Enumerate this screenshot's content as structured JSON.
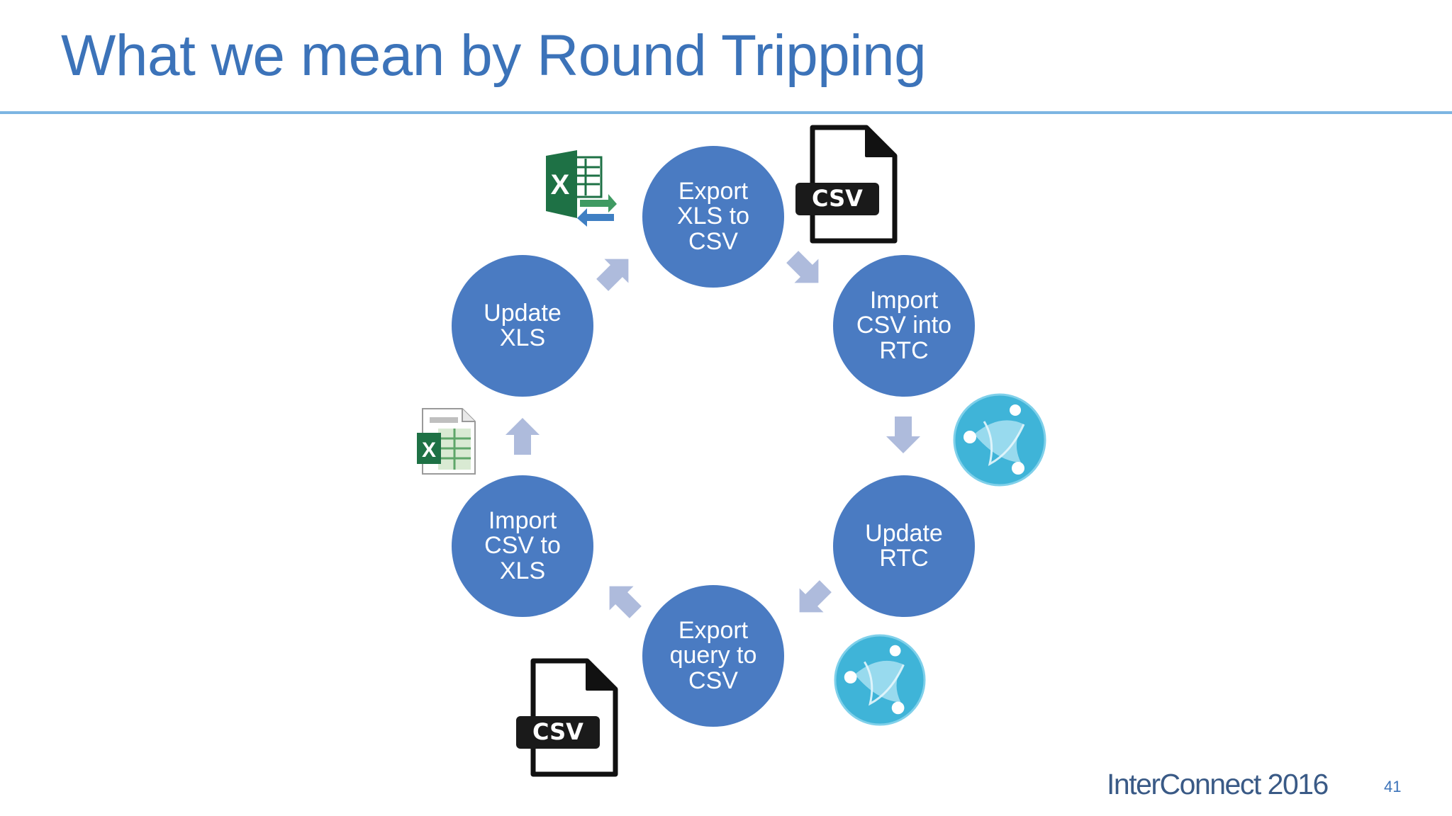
{
  "slide": {
    "title": "What we mean by Round Tripping",
    "footer_brand": "InterConnect 2016",
    "page_number": "41"
  },
  "cycle": {
    "nodes": [
      {
        "id": "export-xls-to-csv",
        "lines": [
          "Export",
          "XLS to",
          "CSV"
        ]
      },
      {
        "id": "import-csv-into-rtc",
        "lines": [
          "Import",
          "CSV into",
          "RTC"
        ]
      },
      {
        "id": "update-rtc",
        "lines": [
          "Update",
          "RTC"
        ]
      },
      {
        "id": "export-query-to-csv",
        "lines": [
          "Export",
          "query to",
          "CSV"
        ]
      },
      {
        "id": "import-csv-to-xls",
        "lines": [
          "Import",
          "CSV to",
          "XLS"
        ]
      },
      {
        "id": "update-xls",
        "lines": [
          "Update",
          "XLS"
        ]
      }
    ],
    "flow_direction": "clockwise"
  },
  "icons": [
    {
      "name": "excel-convert-icon",
      "near": "export-xls-to-csv"
    },
    {
      "name": "csv-file-icon",
      "near": "export-xls-to-csv",
      "label": "CSV"
    },
    {
      "name": "rtc-globe-icon",
      "near": "import-csv-into-rtc"
    },
    {
      "name": "rtc-globe-icon",
      "near": "update-rtc"
    },
    {
      "name": "csv-file-icon",
      "near": "export-query-to-csv",
      "label": "CSV"
    },
    {
      "name": "excel-sheet-icon",
      "near": "update-xls"
    }
  ],
  "colors": {
    "title": "#3c73b9",
    "rule": "#7cb5e2",
    "node_fill": "#4a7bc2",
    "node_text": "#ffffff",
    "arrow": "#aebbdc",
    "excel_green": "#1e7145",
    "csv_tag": "#1a1a1a",
    "globe": "#3fb4d8"
  }
}
